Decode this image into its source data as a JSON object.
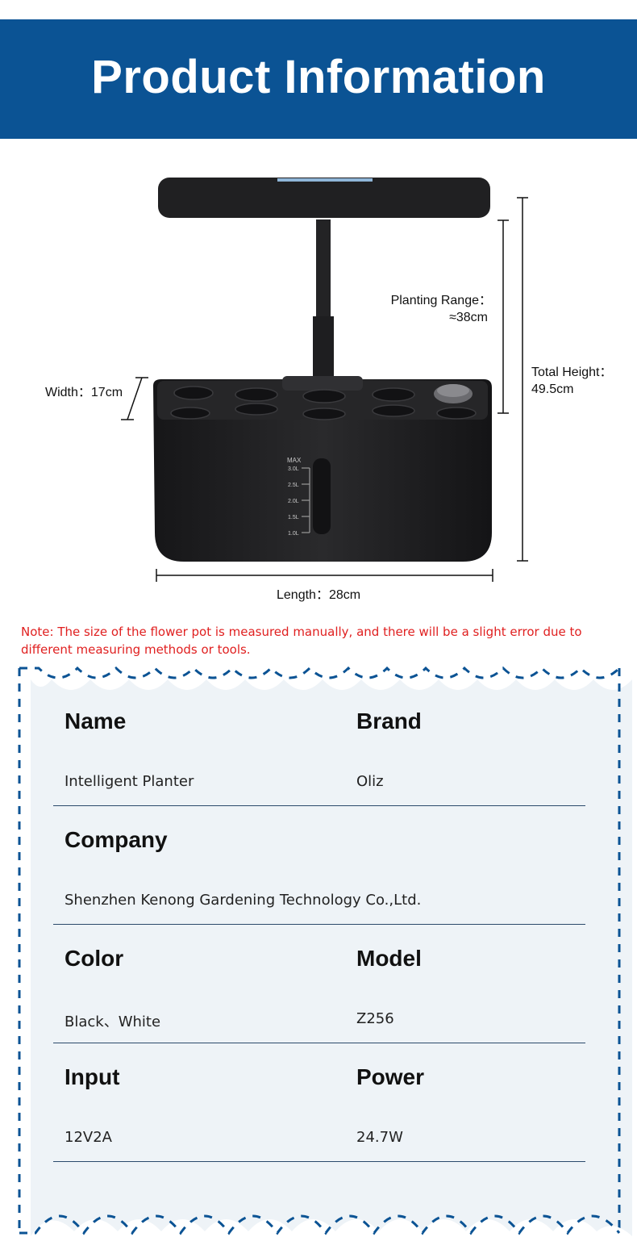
{
  "header": {
    "title": "Product Information"
  },
  "dimensions": {
    "planting_range_label": "Planting Range：",
    "planting_range_value": "≈38cm",
    "total_height_label": "Total Height：",
    "total_height_value": "49.5cm",
    "width": "Width：17cm",
    "length": "Length：28cm"
  },
  "reservoir_scale": {
    "max_label": "MAX",
    "ticks": [
      "3.0L",
      "2.5L",
      "2.0L",
      "1.5L",
      "1.0L"
    ]
  },
  "note": "Note: The size of the flower pot is measured manually, and there will be a slight error due to different measuring methods or tools.",
  "specs": [
    {
      "left": {
        "label": "Name",
        "value": "Intelligent Planter"
      },
      "right": {
        "label": "Brand",
        "value": "Oliz"
      }
    },
    {
      "left": {
        "label": "Company",
        "value": "Shenzhen Kenong Gardening Technology Co.,Ltd."
      }
    },
    {
      "left": {
        "label": "Color",
        "value": "Black、White"
      },
      "right": {
        "label": "Model",
        "value": "Z256"
      }
    },
    {
      "left": {
        "label": "Input",
        "value": "12V2A"
      },
      "right": {
        "label": "Power",
        "value": "24.7W"
      }
    }
  ],
  "colors": {
    "banner": "#0b5394",
    "note": "#e02020",
    "panel": "#eef3f7",
    "border": "#0b5394",
    "product": "#1d1d1f"
  }
}
